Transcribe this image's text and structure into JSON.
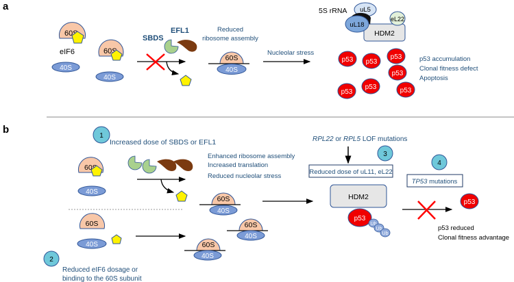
{
  "colors": {
    "sixty_s_fill": "#F8C7A8",
    "forty_s_fill": "#7B9BD6",
    "eif6_fill": "#FFF200",
    "sbds_fill": "#A9D18E",
    "efl1_fill": "#7B3A10",
    "p53_fill": "#F00000",
    "hdm2_fill": "#E6E6E6",
    "ul5_fill": "#D6E4F5",
    "ul18_fill": "#7DA7DB",
    "el22_fill": "#E2F0D9",
    "badge_fill": "#6FC8DA",
    "blue_text": "#1F4E79",
    "cross": "#FF0000",
    "outline": "#2F5597"
  },
  "panel_a": {
    "label": "a",
    "sixty_s": "60S",
    "forty_s": "40S",
    "eif6": "eIF6",
    "sbds": "SBDS",
    "efl1": "EFL1",
    "reduced_assembly_line1": "Reduced",
    "reduced_assembly_line2": "ribosome assembly",
    "nucleolar_stress": "Nucleolar stress",
    "rrna_5s": "5S rRNA",
    "ul5": "uL5",
    "ul18": "uL18",
    "el22": "eL22",
    "hdm2": "HDM2",
    "p53": "p53",
    "outcomes": [
      "p53 accumulation",
      "Clonal fitness defect",
      "Apoptosis"
    ]
  },
  "panel_b": {
    "label": "b",
    "badge1": "1",
    "badge2": "2",
    "badge3": "3",
    "badge4": "4",
    "step1_text": "Increased dose of SBDS or EFL1",
    "enhanced_lines": [
      "Enhanced ribosome assembly",
      "Increased translation"
    ],
    "reduced_stress": "Reduced nucleolar stress",
    "step2_line1": "Reduced eIF6 dosage or",
    "step2_line2": "binding to the 60S subunit",
    "lof_italic1": "RPL22",
    "lof_or": " or ",
    "lof_italic2": "RPL5",
    "lof_rest": " LOF mutations",
    "reduced_dose_box": "Reduced dose of uL11, eL22",
    "tp53_italic": "TP53",
    "tp53_rest": " mutations",
    "hdm2": "HDM2",
    "p53": "p53",
    "ub": "Ub",
    "sixty_s": "60S",
    "forty_s": "40S",
    "outcome_line1": "p53 reduced",
    "outcome_line2": "Clonal fitness advantage"
  }
}
